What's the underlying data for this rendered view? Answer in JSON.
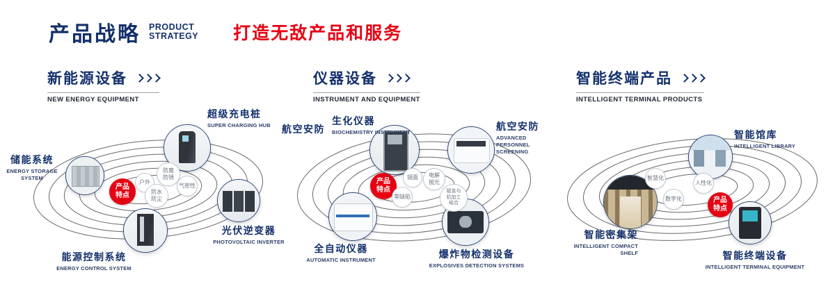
{
  "header": {
    "title": "产品战略",
    "subtitle_top": "PRODUCT",
    "subtitle_bottom": "STRATEGY",
    "slogan": "打造无敌产品和服务"
  },
  "colors": {
    "navy": "#14306b",
    "red": "#e60113"
  },
  "sections": [
    {
      "title": "新能源设备",
      "subtitle": "NEW ENERGY EQUIPMENT",
      "badge": "产品特点",
      "features": [
        "户外",
        "防腐防锈",
        "气密性",
        "防水防尘"
      ],
      "products": [
        {
          "name": "超级充电桩",
          "en": "SUPER CHARGING HUB"
        },
        {
          "name": "储能系统",
          "en": "ENERGY STORAGE SYSTEM"
        },
        {
          "name": "光伏逆变器",
          "en": "PHOTOVOLTAIC INVERTER"
        },
        {
          "name": "能源控制系统",
          "en": "ENERGY CONTROL SYSTEM"
        }
      ]
    },
    {
      "title": "仪器设备",
      "subtitle": "INSTRUMENT AND EQUIPMENT",
      "badge": "产品特点",
      "side_label": "航空安防",
      "features": [
        "镜面",
        "电解抛光",
        "零缺陷",
        "钣金与机加工结合"
      ],
      "products": [
        {
          "name": "生化仪器",
          "en": "BIOCHEMISTRY INSTRUMENT"
        },
        {
          "name": "航空安防",
          "en": "ADVANCED PERSONNEL SCREENING"
        },
        {
          "name": "全自动仪器",
          "en": "AUTOMATIC INSTRUMENT"
        },
        {
          "name": "爆炸物检测设备",
          "en": "EXPLOSIVES DETECTION SYSTEMS"
        }
      ]
    },
    {
      "title": "智能终端产品",
      "subtitle": "INTELLIGENT TERMINAL PRODUCTS",
      "badge": "产品特点",
      "features": [
        "智慧化",
        "人性化",
        "数字化"
      ],
      "products": [
        {
          "name": "智能馆库",
          "en": "INTELLIGENT LIBRARY"
        },
        {
          "name": "智能密集架",
          "en": "INTELLIGENT COMPACT SHELF"
        },
        {
          "name": "智能终端设备",
          "en": "INTELLIGENT TERMINAL EQUIPMENT"
        }
      ]
    }
  ]
}
